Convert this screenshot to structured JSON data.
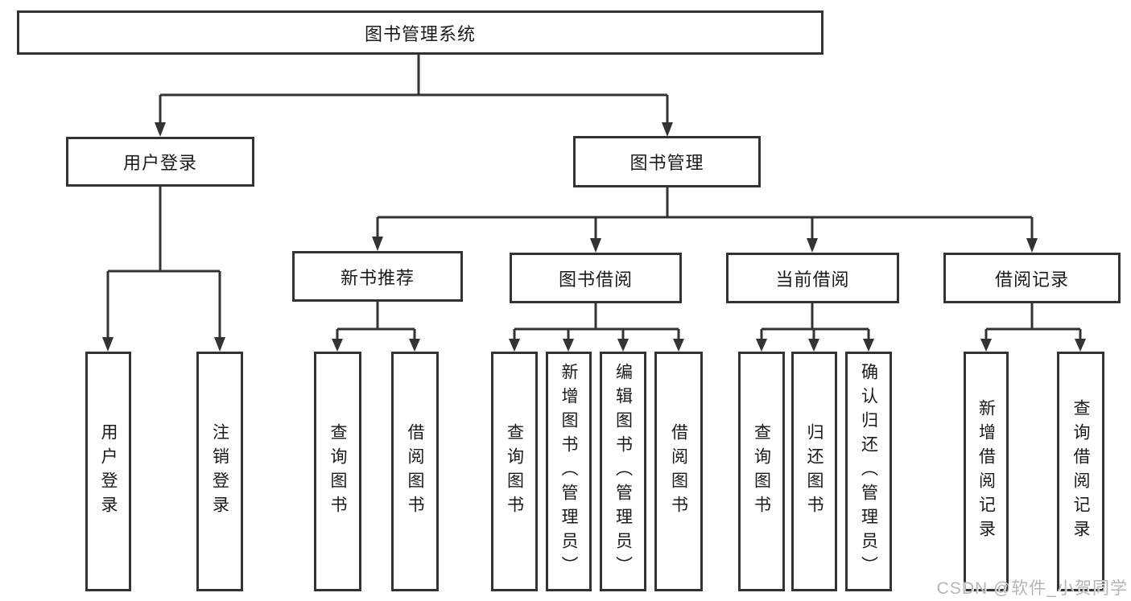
{
  "diagram": {
    "root": "图书管理系统",
    "branches": [
      {
        "label": "用户登录",
        "children": [
          "用户登录",
          "注销登录"
        ]
      },
      {
        "label": "图书管理",
        "groups": [
          {
            "label": "新书推荐",
            "children": [
              "查询图书",
              "借阅图书"
            ]
          },
          {
            "label": "图书借阅",
            "children": [
              "查询图书",
              "新增图书（管理员）",
              "编辑图书（管理员）",
              "借阅图书"
            ]
          },
          {
            "label": "当前借阅",
            "children": [
              "查询图书",
              "归还图书",
              "确认归还（管理员）"
            ]
          },
          {
            "label": "借阅记录",
            "children": [
              "新增借阅记录",
              "查询借阅记录"
            ]
          }
        ]
      }
    ]
  },
  "watermark": "CSDN @软件_小贺同学",
  "colors": {
    "line": "#333333",
    "text": "#1a1a1a",
    "watermark": "#b5b5b5",
    "background": "#ffffff"
  }
}
